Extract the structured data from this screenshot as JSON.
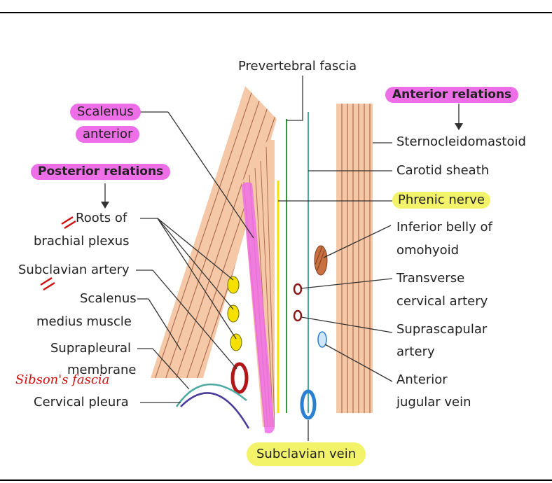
{
  "labels": {
    "prevertebral": "Prevertebral fascia",
    "scalenus_anterior_1": "Scalenus",
    "scalenus_anterior_2": "anterior",
    "posterior_relations": "Posterior relations",
    "roots_1": "Roots of",
    "roots_2": "brachial plexus",
    "subclavian_artery": "Subclavian artery",
    "scalenus_medius_1": "Scalenus",
    "scalenus_medius_2": "medius muscle",
    "suprapleural_1": "Suprapleural",
    "suprapleural_2": "membrane",
    "cervical_pleura": "Cervical pleura",
    "anterior_relations": "Anterior relations",
    "sternocleidomastoid": "Sternocleidomastoid",
    "carotid_sheath": "Carotid sheath",
    "phrenic_nerve": "Phrenic nerve",
    "omohyoid_1": "Inferior belly of",
    "omohyoid_2": "omohyoid",
    "transverse_cervical_1": "Transverse",
    "transverse_cervical_2": "cervical artery",
    "suprascapular_1": "Suprascapular",
    "suprascapular_2": "artery",
    "anterior_jugular_1": "Anterior",
    "anterior_jugular_2": "jugular vein",
    "subclavian_vein": "Subclavian vein"
  },
  "annotations": {
    "sibsons_fascia": "Sibson's fascia"
  },
  "colors": {
    "muscle": "#f5c8a8",
    "muscle_stripe": "#b07050",
    "highlight_pink": "#ee6ee8",
    "highlight_yellow": "#f3f36a",
    "handwriting_red": "#d01010",
    "nerve_yellow": "#f5e000",
    "artery_red": "#b01818",
    "vein_blue": "#2a7fd0",
    "fascia_green": "#2a9a3a",
    "carotid_teal": "#4aaaa0",
    "pleura_purple": "#4a3a9a"
  }
}
